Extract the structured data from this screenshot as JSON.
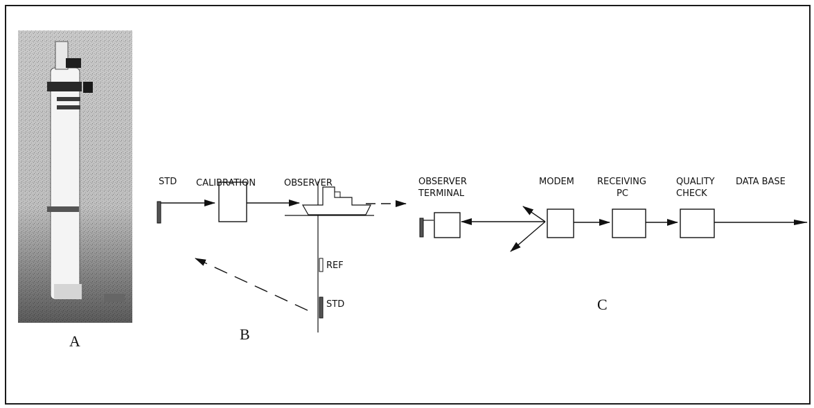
{
  "panel_labels": {
    "a": "A",
    "b": "B",
    "c": "C"
  },
  "photo": {
    "description_icon": "instrument-photo"
  },
  "labels": {
    "std_top": "STD",
    "calibration": "CALIBRATION",
    "observer": "OBSERVER",
    "ref": "REF",
    "std_bottom": "STD",
    "observer_terminal_1": "OBSERVER",
    "observer_terminal_2": "TERMINAL",
    "modem": "MODEM",
    "receiving_1": "RECEIVING",
    "receiving_2": "PC",
    "quality_1": "QUALITY",
    "quality_2": "CHECK",
    "database": "DATA BASE"
  },
  "colors": {
    "line": "#111111",
    "photo_bg": "#b8b8b8",
    "photo_dark": "#3a3a3a"
  }
}
